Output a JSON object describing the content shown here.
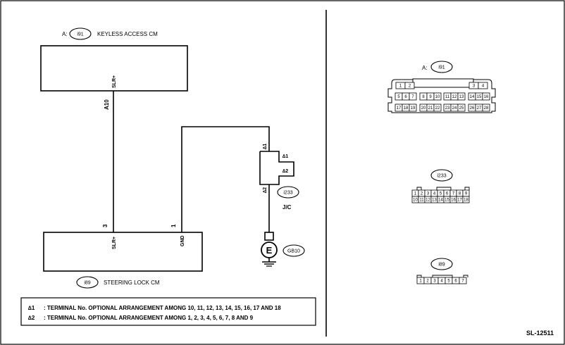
{
  "figure_id": "SL-12511",
  "left": {
    "keyless": {
      "prefix": "A:",
      "code": "i91",
      "name": "KEYLESS ACCESS CM",
      "terminal": "SLR+",
      "pin_label": "A10"
    },
    "steering": {
      "code": "i89",
      "name": "STEERING LOCK CM",
      "pin3_number": "3",
      "pin3_terminal": "SLR+",
      "pin1_number": "1",
      "pin1_terminal": "GND"
    },
    "jc": {
      "code": "i233",
      "name": "J/C",
      "mark1": "∆1",
      "mark2": "∆2"
    },
    "ground": {
      "symbol": "E",
      "code": "GB10"
    },
    "notes": [
      {
        "mark": "∆1",
        "text": ": TERMINAL No. OPTIONAL ARRANGEMENT AMONG 10, 11, 12, 13, 14, 15, 16, 17 AND 18"
      },
      {
        "mark": "∆2",
        "text": ": TERMINAL No. OPTIONAL ARRANGEMENT AMONG 1, 2, 3, 4, 5, 6, 7, 8 AND 9"
      }
    ]
  },
  "right": {
    "i91": {
      "prefix": "A:",
      "code": "i91",
      "row_top_left": [
        "1",
        "2"
      ],
      "row_top_right": [
        "3",
        "4"
      ],
      "row_mid": [
        [
          "5",
          "6",
          "7"
        ],
        [
          "8",
          "9",
          "10"
        ],
        [
          "11",
          "12",
          "13"
        ],
        [
          "14",
          "15",
          "16"
        ]
      ],
      "row_bot": [
        [
          "17",
          "18",
          "19"
        ],
        [
          "20",
          "21",
          "22"
        ],
        [
          "23",
          "24",
          "25"
        ],
        [
          "26",
          "27",
          "28"
        ]
      ]
    },
    "i233": {
      "code": "i233",
      "row1": [
        "1",
        "2",
        "3",
        "4",
        "5",
        "6",
        "7",
        "8",
        "9"
      ],
      "row2": [
        "10",
        "11",
        "12",
        "13",
        "14",
        "15",
        "16",
        "17",
        "18"
      ]
    },
    "i89": {
      "code": "i89",
      "row": [
        "1",
        "2",
        "3",
        "4",
        "5",
        "6",
        "7"
      ]
    }
  }
}
